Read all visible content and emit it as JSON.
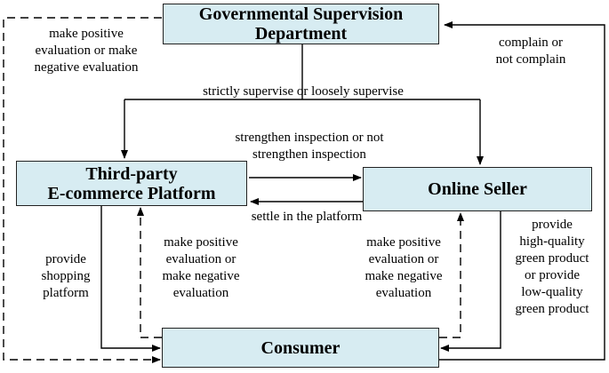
{
  "nodes": {
    "government": [
      "Governmental Supervision",
      "Department"
    ],
    "platform": [
      "Third-party",
      "E-commerce Platform"
    ],
    "seller": [
      "Online Seller"
    ],
    "consumer": [
      "Consumer"
    ]
  },
  "edges": {
    "gov_to_consumer_eval": [
      "make positive",
      "evaluation or make",
      "negative evaluation"
    ],
    "consumer_to_gov_complain": [
      "complain or",
      "not complain"
    ],
    "gov_supervise": [
      "strictly supervise or loosely supervise"
    ],
    "platform_inspection": [
      "strengthen inspection or not",
      "strengthen inspection"
    ],
    "seller_settle": [
      "settle in the platform"
    ],
    "platform_to_consumer": [
      "provide",
      "shopping",
      "platform"
    ],
    "consumer_eval_platform": [
      "make positive",
      "evaluation or",
      "make negative",
      "evaluation"
    ],
    "consumer_eval_seller": [
      "make positive",
      "evaluation or",
      "make negative",
      "evaluation"
    ],
    "seller_to_consumer": [
      "provide",
      "high-quality",
      "green product",
      "or provide",
      "low-quality",
      "green product"
    ]
  }
}
